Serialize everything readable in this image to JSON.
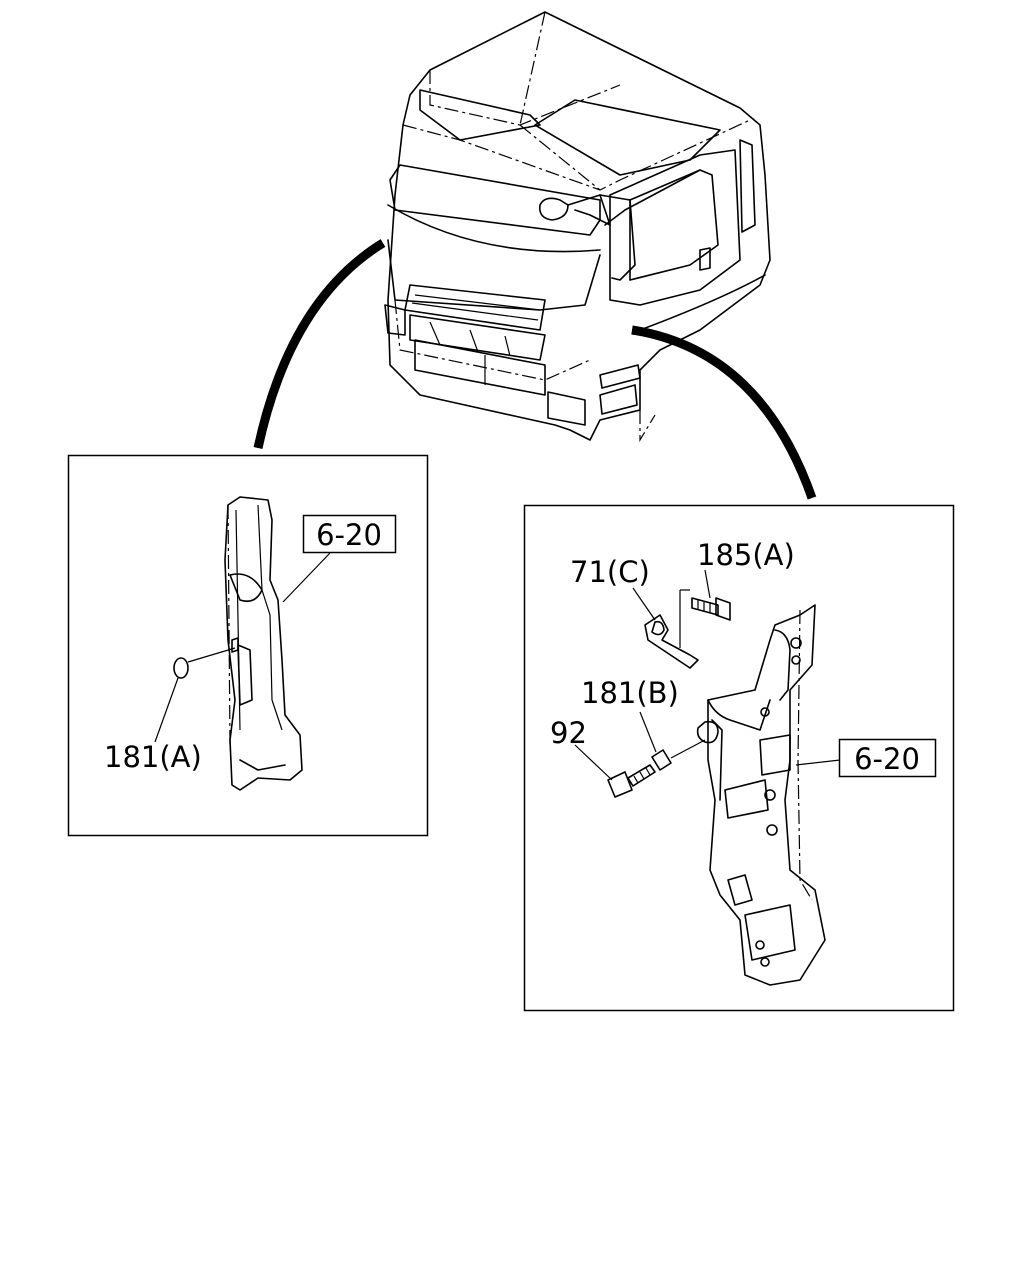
{
  "callouts": {
    "left_ref": "6-20",
    "left_grommet": "181(A)",
    "right_bracket": "71(C)",
    "right_bolt_top": "185(A)",
    "right_washer": "181(B)",
    "right_bolt": "92",
    "right_ref": "6-20"
  }
}
